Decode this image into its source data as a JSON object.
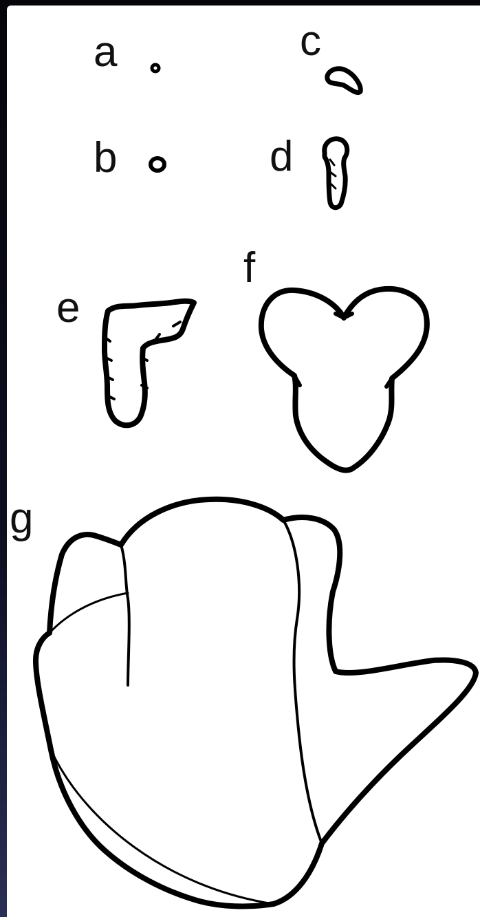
{
  "figure": {
    "labels": {
      "a": "a",
      "b": "b",
      "c": "c",
      "d": "d",
      "e": "e",
      "f": "f",
      "g": "g"
    },
    "colors": {
      "background": "#ffffff",
      "stroke": "#000000",
      "frame": "#0d0f22"
    }
  }
}
